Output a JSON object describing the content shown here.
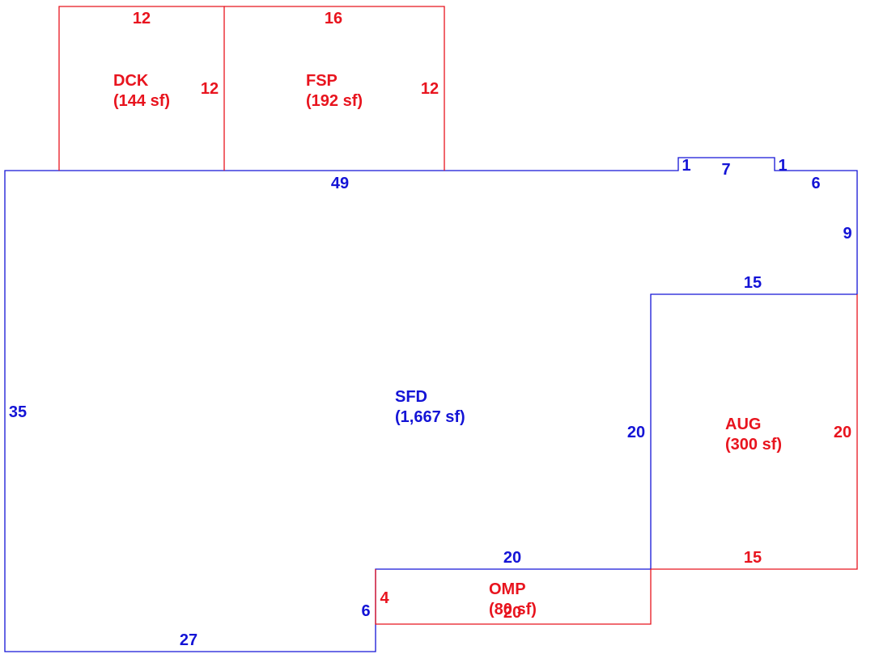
{
  "colors": {
    "main": "#1414d6",
    "addition": "#e8141e"
  },
  "areas": {
    "sfd": {
      "code": "SFD",
      "area": "(1,667 sf)"
    },
    "dck": {
      "code": "DCK",
      "area": "(144 sf)"
    },
    "fsp": {
      "code": "FSP",
      "area": "(192 sf)"
    },
    "aug": {
      "code": "AUG",
      "area": "(300 sf)"
    },
    "omp": {
      "code": "OMP",
      "area": "(80 sf)"
    }
  },
  "dimensions": {
    "sfd_top": "49",
    "bay_left": "1",
    "bay_width": "7",
    "bay_right": "1",
    "top_right": "6",
    "right_upper": "9",
    "step_top": "15",
    "step_side": "20",
    "left": "35",
    "bottom": "27",
    "notch_side": "6",
    "notch_top": "20",
    "dck_top": "12",
    "dck_side": "12",
    "fsp_top": "16",
    "fsp_side": "12",
    "aug_side": "20",
    "aug_bottom": "15",
    "omp_side": "4",
    "omp_bottom": "20"
  }
}
